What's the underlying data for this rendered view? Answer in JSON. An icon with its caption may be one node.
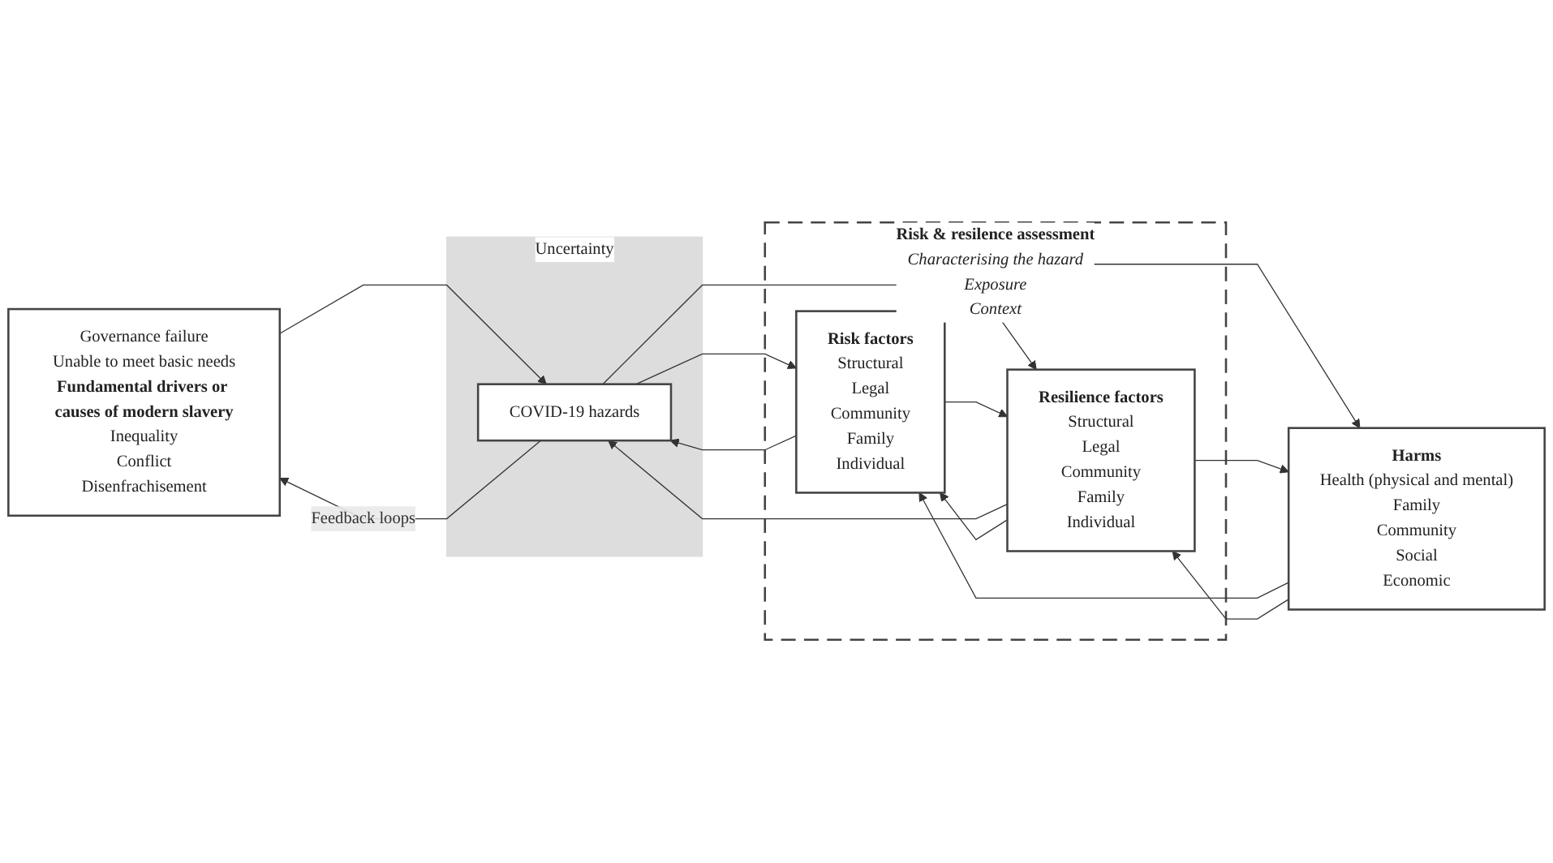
{
  "diagram": {
    "nodes": [
      {
        "text": [
          "Governance failure",
          "Unable to meet basic needs",
          "Fundamental drivers or causes of modern slavery",
          "Inequality",
          "Conflict",
          "Disenfrachisement"
        ]
      },
      {
        "text": [
          "Uncertainty"
        ]
      },
      {
        "text": [
          "COVID-19 hazards"
        ],
        "in": 1
      },
      {
        "text": [
          "Risk & resilence assessment",
          "Characterising the hazard",
          "Exposure",
          "Context"
        ]
      },
      {
        "text": [
          "Risk factors",
          "Structural",
          "Legal",
          "Community",
          "Family",
          "Individual"
        ],
        "in": 3
      },
      {
        "text": [
          "Resilience factors",
          "Structural",
          "Legal",
          "Community",
          "Family",
          "Individual"
        ],
        "in": 3
      },
      {
        "text": [
          "Harms",
          "Health (physical and mental)",
          "Family",
          "Community",
          "Social",
          "Economic"
        ]
      }
    ],
    "edges": [
      {
        "from": 0,
        "to": 2,
        "arrow": "to"
      },
      {
        "from": 2,
        "to": 0,
        "arrow": "to",
        "label": "Feedback loops"
      },
      {
        "from": 2,
        "to": 4,
        "arrow": "to"
      },
      {
        "from": 4,
        "to": 2,
        "arrow": "to"
      },
      {
        "from": 2,
        "to": 5,
        "arrow": "to"
      },
      {
        "from": 5,
        "to": 2,
        "arrow": "to"
      },
      {
        "from": 5,
        "to": 4,
        "arrow": "to"
      },
      {
        "from": 4,
        "to": 5,
        "arrow": "to"
      },
      {
        "from": 4,
        "to": 6,
        "arrow": "to"
      },
      {
        "from": 6,
        "to": 4,
        "arrow": "to"
      },
      {
        "from": 5,
        "to": 6,
        "arrow": "to"
      },
      {
        "from": 6,
        "to": 5,
        "arrow": "to"
      }
    ]
  }
}
